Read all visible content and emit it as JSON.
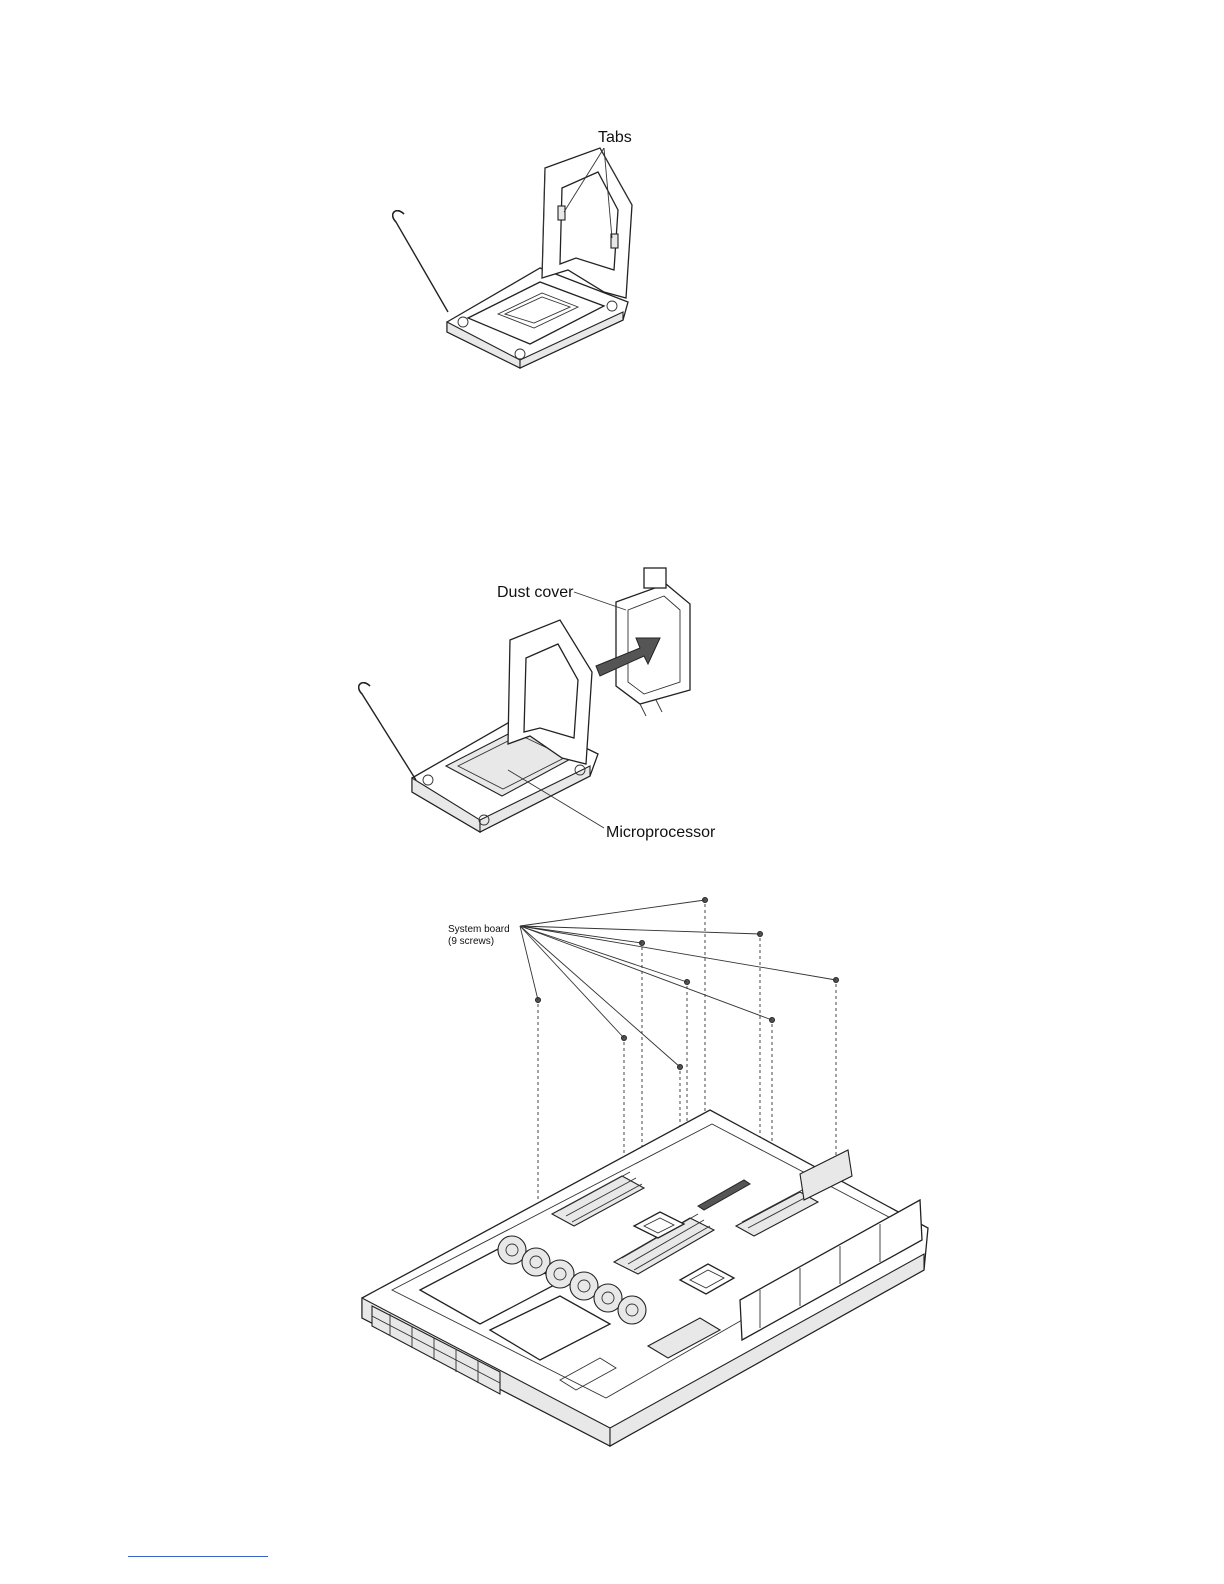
{
  "figure1": {
    "callout_tabs": "Tabs"
  },
  "figure2": {
    "callout_dust_cover": "Dust cover",
    "callout_microprocessor": "Microprocessor"
  },
  "figure3": {
    "callout_line1": "System board",
    "callout_line2": "(9 screws)"
  },
  "colors": {
    "ink": "#111111",
    "footer_link": "#3a62c8"
  }
}
